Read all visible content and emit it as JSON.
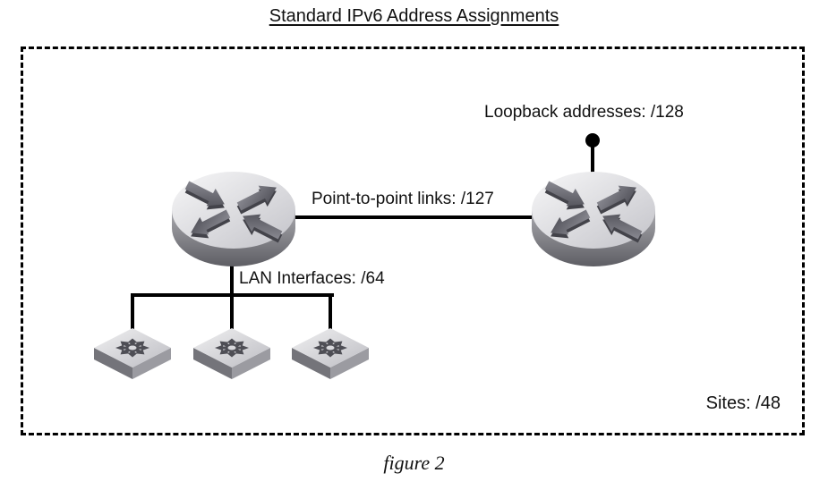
{
  "title": "Standard IPv6 Address Assignments",
  "caption": "figure 2",
  "diagram": {
    "labels": {
      "loopback": "Loopback addresses: /128",
      "point_to_point": "Point-to-point links: /127",
      "lan": "LAN Interfaces: /64",
      "sites": "Sites: /48"
    },
    "nodes": {
      "routers": [
        {
          "name": "left-router",
          "icon": "router-icon"
        },
        {
          "name": "right-router",
          "icon": "router-icon"
        }
      ],
      "switches": [
        {
          "name": "lan-switch-1",
          "icon": "lan-switch-icon"
        },
        {
          "name": "lan-switch-2",
          "icon": "lan-switch-icon"
        },
        {
          "name": "lan-switch-3",
          "icon": "lan-switch-icon"
        }
      ],
      "loopback_marker": {
        "name": "loopback-dot",
        "icon": "filled-circle-icon"
      }
    },
    "colors": {
      "background": "#ffffff",
      "line": "#000000",
      "border_dashed": "#000000",
      "device_top": "#e9e9ec",
      "device_side": "#6e6e74",
      "arrow": "#55555c",
      "text": "#111111"
    }
  }
}
